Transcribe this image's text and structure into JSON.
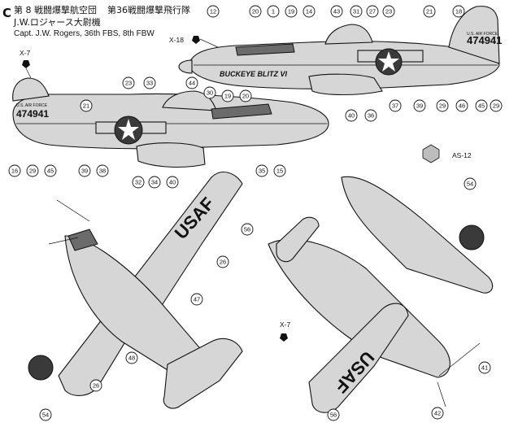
{
  "header": {
    "section_letter": "C",
    "jp_line1_a": "第 8 戦闘爆撃航空団",
    "jp_line1_b": "第36戦闘爆撃飛行隊",
    "jp_line2": "J.W.ロジャース大尉機",
    "en_line": "Capt. J.W. Rogers, 36th FBS, 8th FBW"
  },
  "markings": {
    "serial": "474941",
    "tail_text": "U.S. AIR FORCE",
    "nose_art": "BUCKEYE BLITZ VI",
    "wing_text": "USAF"
  },
  "parts": [
    {
      "id": "x18",
      "label": "X-18"
    },
    {
      "id": "x7a",
      "label": "X-7"
    },
    {
      "id": "x7b",
      "label": "X-7"
    },
    {
      "id": "as12",
      "label": "AS-12"
    }
  ],
  "decal_numbers": {
    "top": [
      "12",
      "20",
      "1",
      "19",
      "14",
      "43",
      "31",
      "27",
      "23",
      "21",
      "18"
    ],
    "top_lower": [
      "29",
      "46",
      "45",
      "29",
      "39",
      "37",
      "36",
      "40"
    ],
    "mid": [
      "21",
      "23",
      "33",
      "44",
      "30",
      "19",
      "20"
    ],
    "mid_lower": [
      "16",
      "29",
      "45",
      "39",
      "38",
      "32",
      "34",
      "40",
      "35",
      "15"
    ],
    "plan": [
      "56",
      "26",
      "47",
      "48",
      "26",
      "54"
    ],
    "under": [
      "54",
      "41",
      "42",
      "56"
    ]
  }
}
